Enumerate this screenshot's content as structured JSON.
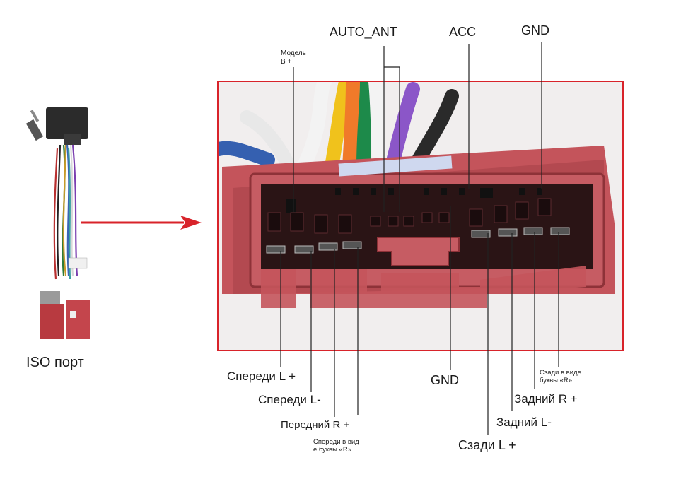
{
  "labels": {
    "auto_ant": "AUTO_ANT",
    "acc": "ACC",
    "gnd_top": "GND",
    "model_b": "Модель\nB +",
    "iso_port": "ISO порт",
    "front_l_plus": "Спереди L +",
    "front_l_minus": "Спереди L-",
    "front_r_plus": "Передний R +",
    "front_r_minus": "Спереди в вид\nе буквы «R»",
    "gnd_bottom": "GND",
    "rear_l_plus": "Сзади L +",
    "rear_l_minus": "Задний L-",
    "rear_r_plus": "Задний R +",
    "rear_r_minus": "Сзади в виде\nбуквы «R»"
  },
  "colors": {
    "frame": "#d8232a",
    "arrow": "#d8232a",
    "connector": "#c4545b",
    "connector_dark": "#8e3238",
    "wire_line": "#222222"
  }
}
